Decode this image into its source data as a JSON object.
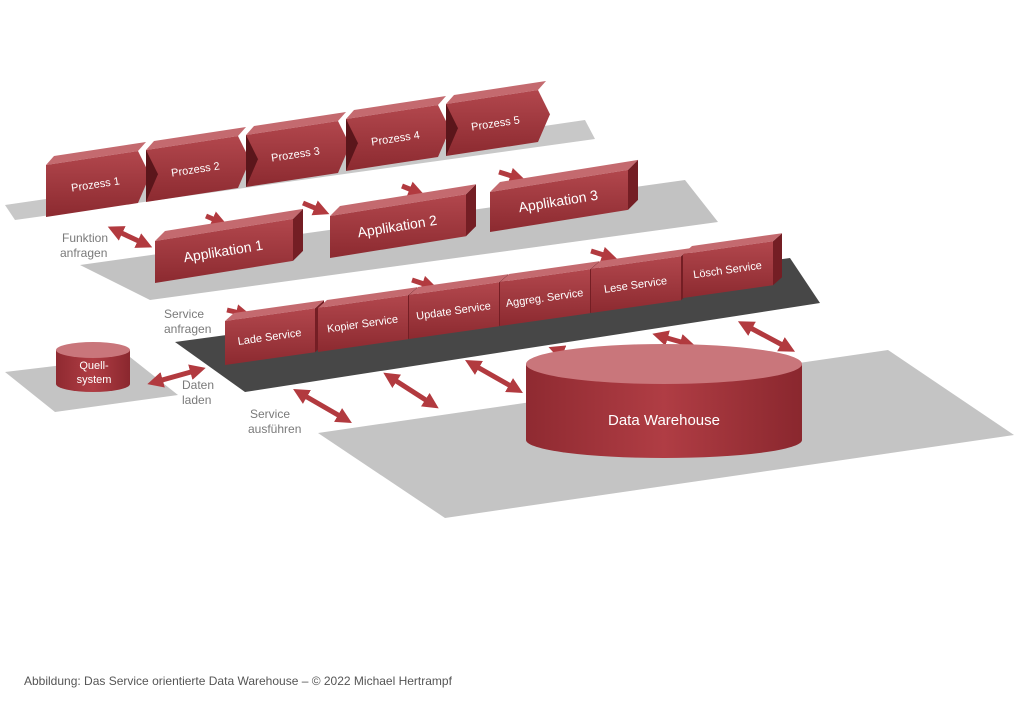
{
  "processes": [
    "Prozess 1",
    "Prozess 2",
    "Prozess 3",
    "Prozess 4",
    "Prozess 5"
  ],
  "applications": [
    "Applikation 1",
    "Applikation 2",
    "Applikation 3"
  ],
  "services": [
    "Lade Service",
    "Kopier Service",
    "Update Service",
    "Aggreg. Service",
    "Lese Service",
    "Lösch Service"
  ],
  "source_system": [
    "Quell-",
    "system"
  ],
  "data_warehouse": "Data Warehouse",
  "side_labels": {
    "function_request": [
      "Funktion",
      "anfragen"
    ],
    "service_request": [
      "Service",
      "anfragen"
    ],
    "load_data": [
      "Daten",
      "laden"
    ],
    "service_execute": [
      "Service",
      "ausführen"
    ]
  },
  "caption": "Abbildung: Das Service orientierte Data Warehouse –  © 2022 Michael Hertrampf",
  "colors": {
    "block_front": "#9e2f36",
    "block_top": "#c46a6f",
    "block_side": "#7a1f25",
    "arrow": "#b23a3f",
    "platform_light": "#c4c4c4",
    "platform_dark": "#4a4a4a"
  }
}
